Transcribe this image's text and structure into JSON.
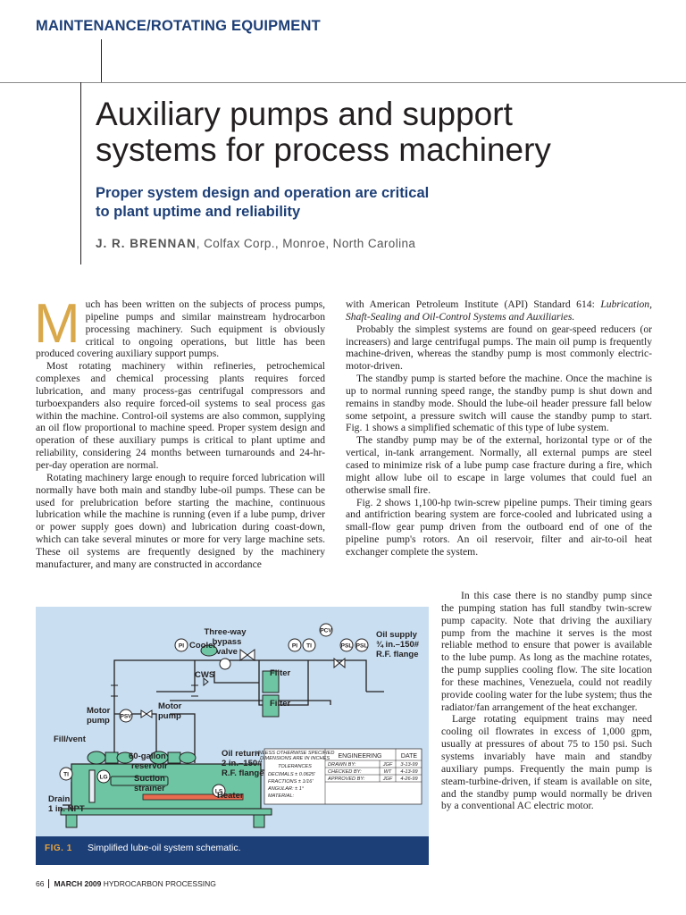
{
  "header": {
    "section": "MAINTENANCE/ROTATING EQUIPMENT"
  },
  "article": {
    "title_line1": "Auxiliary pumps and support",
    "title_line2": "systems for process machinery",
    "subtitle_line1": "Proper system design and operation are critical",
    "subtitle_line2": "to plant uptime and reliability",
    "author": "J. R. BRENNAN",
    "affiliation": ", Colfax Corp., Monroe, North Carolina"
  },
  "body": {
    "drop_cap": "M",
    "p1": "uch has been written on the subjects of process pumps, pipeline pumps and similar mainstream hydrocarbon processing machinery. Such equipment is obviously critical to ongoing operations, but little has been produced covering auxiliary support pumps.",
    "p2": "Most rotating machinery within refineries, petrochemical complexes and chemical processing plants requires forced lubrication, and many process-gas centrifugal compressors and turboexpanders also require forced-oil systems to seal process gas within the machine. Control-oil systems are also common, supplying an oil flow proportional to machine speed. Proper system design and operation of these auxiliary pumps is critical to plant uptime and reliability, considering 24 months between turnarounds and 24-hr-per-day operation are normal.",
    "p3": "Rotating machinery large enough to require forced lubrication will normally have both main and standby lube-oil pumps. These can be used for prelubrication before starting the machine, continuous lubrication while the machine is running (even if a lube pump, driver or power supply goes down) and lubrication during coast-down, which can take several minutes or more for very large machine sets. These oil systems are frequently designed by the machinery manufacturer, and many are constructed in accordance",
    "p4_text": "with American Petroleum Institute (API) Standard 614: ",
    "p4_italic": "Lubrication, Shaft-Sealing and Oil-Control Systems and Auxiliaries.",
    "p5": "Probably the simplest systems are found on gear-speed reducers (or increasers) and large centrifugal pumps. The main oil pump is frequently machine-driven, whereas the standby pump is most commonly electric-motor-driven.",
    "p6": "The standby pump is started before the machine. Once the machine is up to normal running speed range, the standby pump is shut down and remains in standby mode. Should the lube-oil header pressure fall below some setpoint, a pressure switch will cause the standby pump to start. Fig. 1 shows a simplified schematic of this type of lube system.",
    "p7": "The standby pump may be of the external, horizontal type or of the vertical, in-tank arrangement. Normally, all external pumps are steel cased to minimize risk of a lube pump case fracture during a fire, which might allow lube oil to escape in large volumes that could fuel an otherwise small fire.",
    "p8": "Fig. 2 shows 1,100-hp twin-screw pipeline pumps. Their timing gears and antifriction bearing system are force-cooled and lubricated using a small-flow gear pump driven from the outboard end of one of the pipeline pump's rotors. An oil reservoir, filter and air-to-oil heat exchanger complete the system.",
    "p9": "In this case there is no standby pump since the pumping station has full standby twin-screw pump capacity. Note that driving the auxiliary pump from the machine it serves is the most reliable method to ensure that power is available to the lube pump. As long as the machine rotates, the pump supplies cooling flow. The site location for these machines, Venezuela, could not readily provide cooling water for the lube system; thus the radiator/fan arrangement of the heat exchanger.",
    "p10": "Large rotating equipment trains may need cooling oil flowrates in excess of 1,000 gpm, usually at pressures of about 75 to 150 psi. Such systems invariably have main and standby auxiliary pumps. Frequently the main pump is steam-turbine-driven, if steam is available on site, and the standby pump would normally be driven by a conventional AC electric motor."
  },
  "figure": {
    "label": "FIG. 1",
    "caption": "Simplified lube-oil system schematic.",
    "labels": {
      "three_way_1": "Three-way",
      "three_way_2": "bypass",
      "three_way_3": "valve",
      "cooler": "Cooler",
      "cws": "CWS",
      "filter1": "Filter",
      "filter2": "Filter",
      "oil_supply_1": "Oil supply",
      "oil_supply_2": "¾ in.–150#",
      "oil_supply_3": "R.F. flange",
      "motor_pump_l1": "Motor",
      "motor_pump_l2": "pump",
      "motor_pump_r1": "Motor",
      "motor_pump_r2": "pump",
      "fill_vent": "Fill/vent",
      "reservoir_1": "60-gallon",
      "reservoir_2": "reservoir",
      "suction_1": "Suction",
      "suction_2": "strainer",
      "oil_return_1": "Oil return",
      "oil_return_2": "2 in.–150#",
      "oil_return_3": "R.F. flange",
      "heater": "Heater",
      "drain_1": "Drain",
      "drain_2": "1 in. NPT",
      "pi": "PI",
      "ti": "TI",
      "pcv": "PCV",
      "psl": "PSL",
      "psv": "PSV",
      "lg": "LG",
      "ls": "LS"
    },
    "title_block": {
      "note_1": "UNLESS OTHERWISE SPECIFIED",
      "note_2": "DIMENSIONS ARE IN INCHES",
      "tolerances": "TOLERANCES",
      "decimals": "DECIMALS ± 0.0625'",
      "fractions": "FRACTIONS ± 1/16'",
      "angular": "ANGULAR: ± 1°",
      "material": "MATERIAL:",
      "engineering": "ENGINEERING",
      "date": "DATE",
      "drawn_by": "DRAWN BY:",
      "drawn_initials": "JGF",
      "drawn_date": "3-13-99",
      "checked_by": "CHECKED BY:",
      "checked_initials": "WT",
      "checked_date": "4-13-99",
      "approved_by": "APPROVED BY:",
      "approved_initials": "JGF",
      "approved_date": "4-26-99"
    }
  },
  "footer": {
    "page": "66",
    "issue": "MARCH 2009",
    "magazine": "HYDROCARBON PROCESSING"
  }
}
